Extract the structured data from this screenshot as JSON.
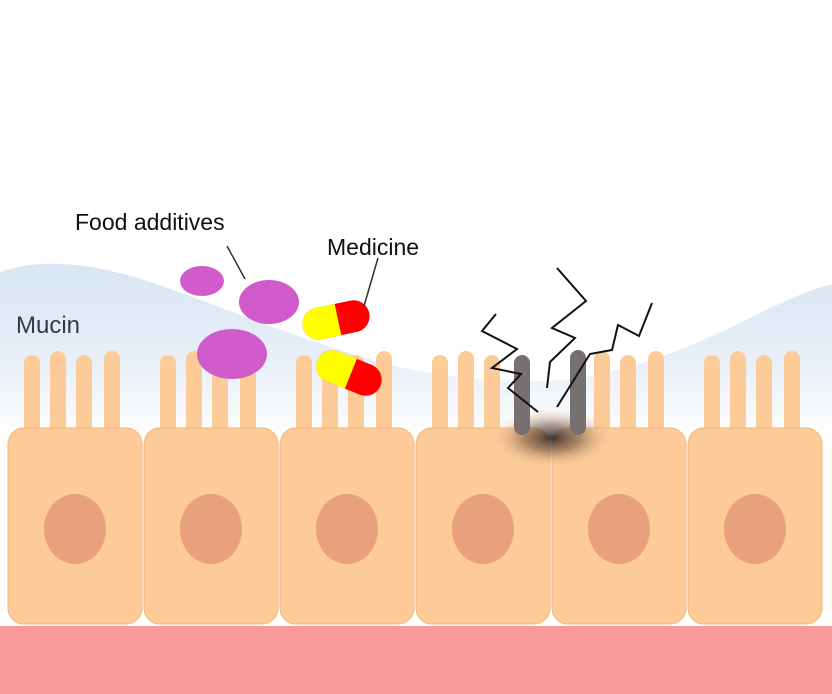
{
  "labels": {
    "food_additives": "Food additives",
    "medicine": "Medicine",
    "mucin": "Mucin"
  },
  "colors": {
    "background": "#ffffff",
    "mucin_layer": "#dfe9f6",
    "cell_fill": "#fdcb98",
    "cell_stroke": "#f3b47c",
    "nucleus": "#e9a07d",
    "basement": "#fb9a9a",
    "additive": "#d25bcc",
    "capsule_red": "#ff0000",
    "capsule_yellow": "#ffff00",
    "damaged_villus": "#767070",
    "damage_lightning": "#111111"
  },
  "cells": {
    "count": 6,
    "damaged_pair": [
      3,
      4
    ]
  },
  "icons": [
    "additive-particle",
    "capsule",
    "lightning-bolt"
  ]
}
